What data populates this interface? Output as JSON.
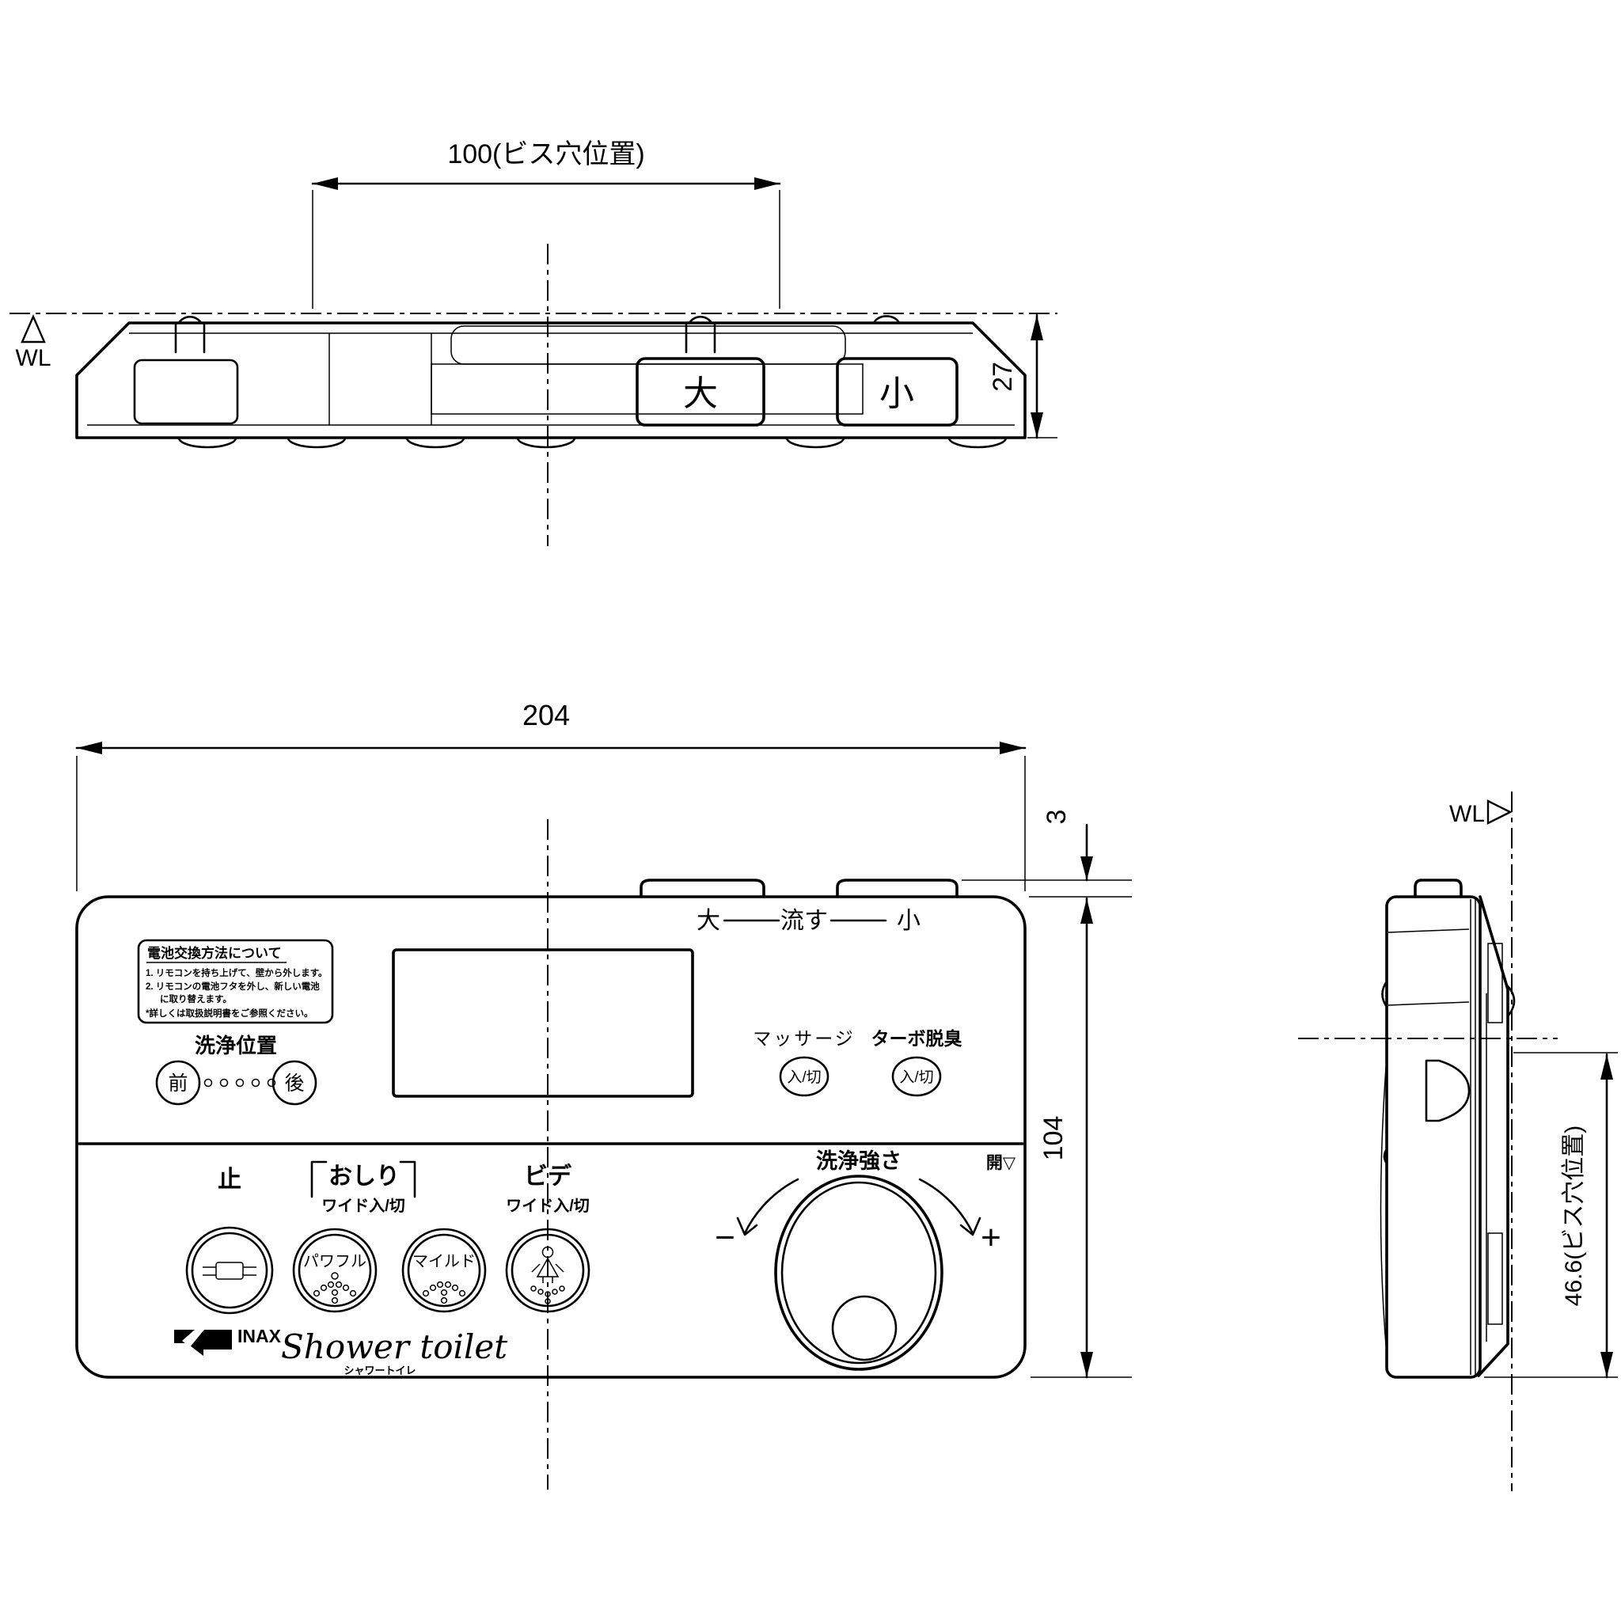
{
  "top_view": {
    "wl_label": "WL",
    "dim_screw_pitch": "100(ビス穴位置)",
    "dim_height": "27",
    "flush_large": "大",
    "flush_small": "小"
  },
  "front_view": {
    "dim_width": "204",
    "dim_height": "104",
    "dim_tab": "3",
    "flush_row": {
      "large": "大",
      "label": "流す",
      "small": "小"
    },
    "battery_note": {
      "title": "電池交換方法について",
      "line1": "1. リモコンを持ち上げて、壁から外します。",
      "line2": "2. リモコンの電池フタを外し、新しい電池",
      "line3": "に取り替えます。",
      "line4": "*詳しくは取扱説明書をご参照ください。"
    },
    "wash_position": {
      "label": "洗浄位置",
      "front": "前",
      "back": "後"
    },
    "massage": {
      "label": "マッサージ",
      "button": "入/切"
    },
    "deodorizer": {
      "label": "ターボ脱臭",
      "button": "入/切"
    },
    "stop_label": "止",
    "oshiri": {
      "label": "おしり",
      "mode": "ワイド入/切",
      "powerful": "パワフル",
      "mild": "マイルド"
    },
    "bidet": {
      "label": "ビデ",
      "mode": "ワイド入/切"
    },
    "strength": {
      "label": "洗浄強さ",
      "minus": "−",
      "plus": "+"
    },
    "open_marker": "開▽",
    "brand": {
      "logo": "INAX",
      "product": "Shower toilet",
      "product_kana": "シャワートイレ"
    }
  },
  "side_view": {
    "wl_label": "WL",
    "dim_screw": "46.6(ビス穴位置)"
  }
}
